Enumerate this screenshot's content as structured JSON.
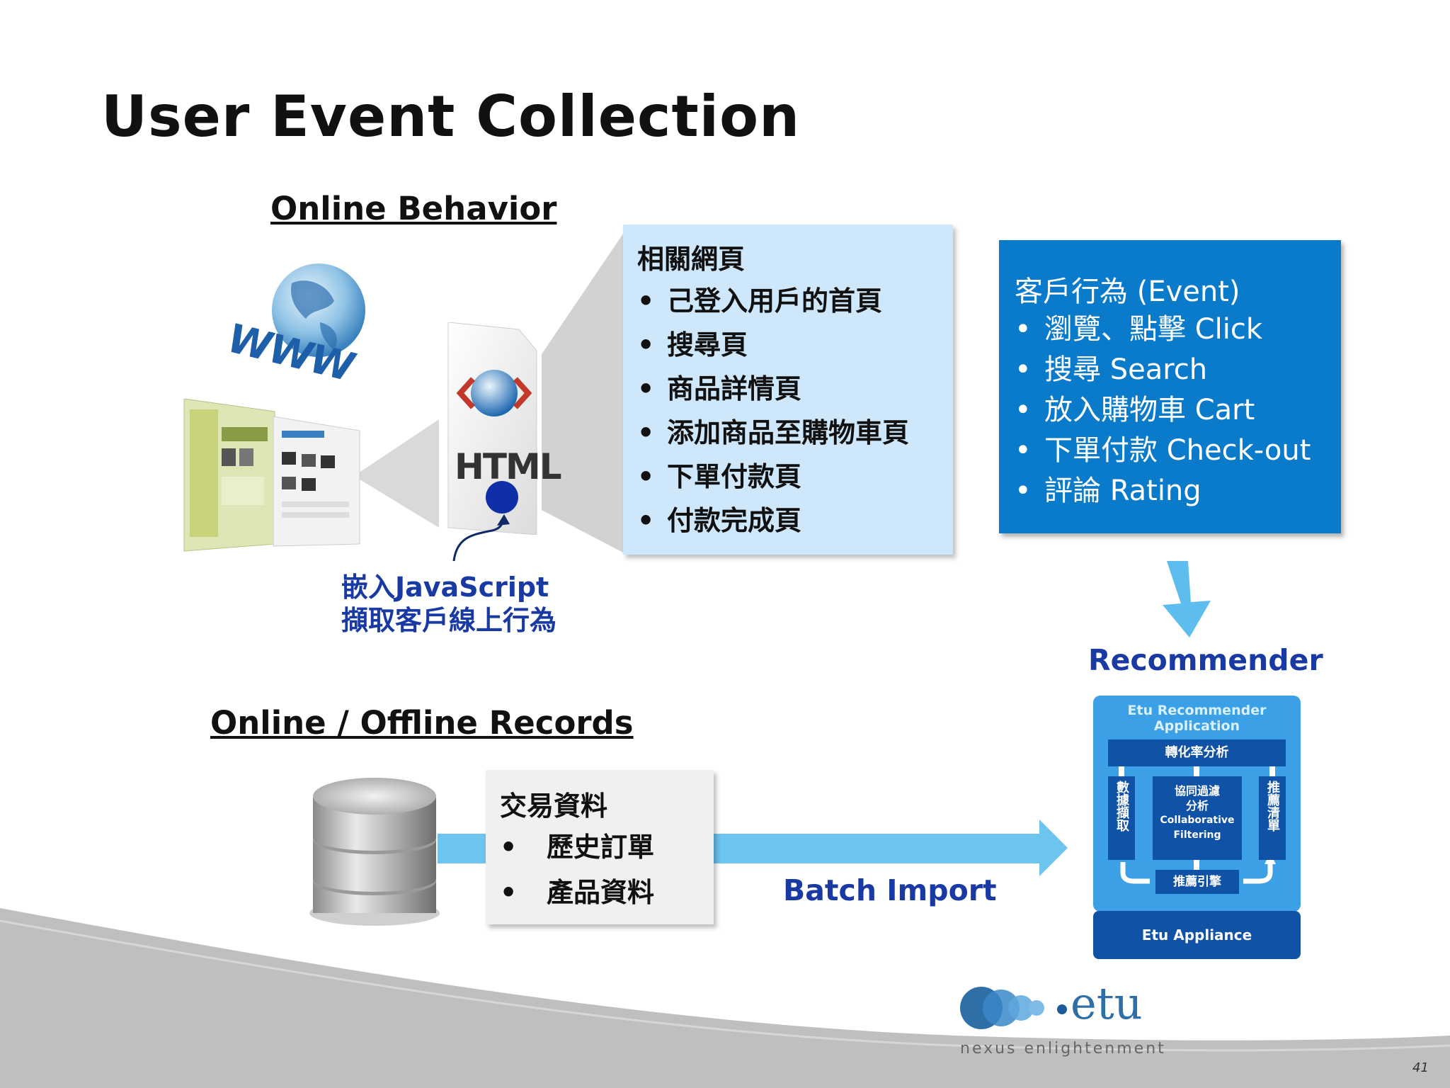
{
  "title": "User Event Collection",
  "sections": {
    "online_behavior": "Online Behavior",
    "offline_records": "Online / Offline Records"
  },
  "pages_panel": {
    "heading": "相關網頁",
    "items": [
      "己登入用戶的首頁",
      "搜尋頁",
      "商品詳情頁",
      "添加商品至購物車頁",
      "下單付款頁",
      "付款完成頁"
    ]
  },
  "event_panel": {
    "heading": "客戶行為 (Event)",
    "items": [
      "瀏覽、點擊 Click",
      "搜尋 Search",
      "放入購物車 Cart",
      "下單付款 Check-out",
      "評論 Rating"
    ]
  },
  "js_note": {
    "line1": "嵌入JavaScript",
    "line2": "擷取客戶線上行為"
  },
  "transaction_panel": {
    "heading": "交易資料",
    "items": [
      "歷史訂單",
      "產品資料"
    ]
  },
  "icons": {
    "www": "WWW",
    "html": "HTML"
  },
  "batch_import": "Batch Import",
  "recommender": {
    "label": "Recommender",
    "app_title_1": "Etu Recommender",
    "app_title_2": "Application",
    "conversion": "轉化率分析",
    "left_col": "數據擷取",
    "right_col": "推薦清單",
    "cf_1": "協同過濾",
    "cf_2": "分析",
    "cf_3": "Collaborative",
    "cf_4": "Filtering",
    "engine": "推薦引擎",
    "appliance": "Etu Appliance"
  },
  "logo": {
    "name": "etu",
    "tagline": "nexus enlightenment"
  },
  "page_number": "41",
  "colors": {
    "light_panel": "#cfe7fa",
    "event_panel": "#0a7acb",
    "arrow": "#6cc4ef",
    "accent_text": "#1a3aa3",
    "dark_blue": "#0f52a6"
  }
}
